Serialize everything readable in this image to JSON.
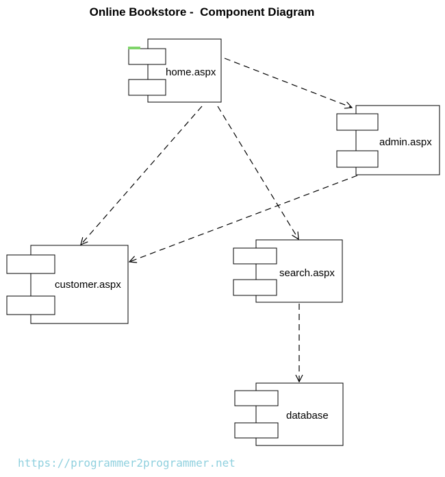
{
  "title": "Online Bookstore -  Component Diagram",
  "components": {
    "home": "home.aspx",
    "admin": "admin.aspx",
    "customer": "customer.aspx",
    "search": "search.aspx",
    "database": "database"
  },
  "watermark": "https://programmer2programmer.net",
  "colors": {
    "line": "#000000",
    "watermark": "#8fd0de",
    "marker": "#7fd46a"
  }
}
